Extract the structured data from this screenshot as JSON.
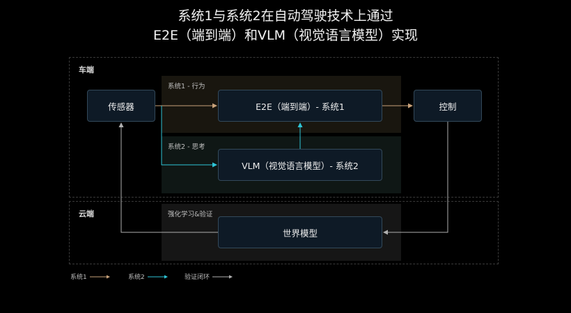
{
  "title": {
    "line1": "系统1与系统2在自动驾驶技术上通过",
    "line2": "E2E（端到端）和VLM（视觉语言模型）实现"
  },
  "regions": {
    "car": "车端",
    "cloud": "云端"
  },
  "panels": {
    "system1": "系统1 - 行为",
    "system2": "系统2 - 思考",
    "rl": "强化学习&验证"
  },
  "nodes": {
    "sensor": "传感器",
    "e2e": "E2E（端到端）- 系统1",
    "control": "控制",
    "vlm": "VLM（视觉语言模型）- 系统2",
    "world": "世界模型"
  },
  "legend": {
    "system1": "系统1",
    "system2": "系统2",
    "loop": "验证闭环"
  },
  "colors": {
    "system1": "#c9a27a",
    "system2": "#2ec4d6",
    "loop": "#b0b0b0"
  }
}
